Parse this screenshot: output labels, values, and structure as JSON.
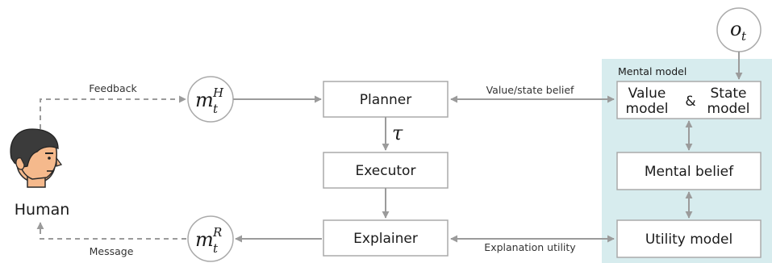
{
  "colors": {
    "panel_fill": "#d7ecee",
    "node_stroke": "#aaaaaa",
    "arrow": "#9b9b9b",
    "text": "#1a1a1a",
    "skin": "#f5b98c",
    "hair": "#3b3b3b"
  },
  "nodes": {
    "planner": "Planner",
    "executor": "Executor",
    "explainer": "Explainer",
    "mental_belief": "Mental belief",
    "utility_model": "Utility model",
    "value_model_line1": "Value",
    "value_model_line2": "model",
    "amp": "&",
    "state_model_line1": "State",
    "state_model_line2": "model",
    "mental_model_title": "Mental model"
  },
  "circles": {
    "mh_base": "m",
    "mh_sup": "H",
    "mh_sub": "t",
    "mr_base": "m",
    "mr_sup": "R",
    "mr_sub": "t",
    "ot_base": "o",
    "ot_sub": "t"
  },
  "edges": {
    "feedback": "Feedback",
    "message": "Message",
    "value_state_belief": "Value/state belief",
    "explanation_utility": "Explanation utility",
    "tau": "τ"
  },
  "human": {
    "label": "Human",
    "icon": "human-face-icon"
  }
}
